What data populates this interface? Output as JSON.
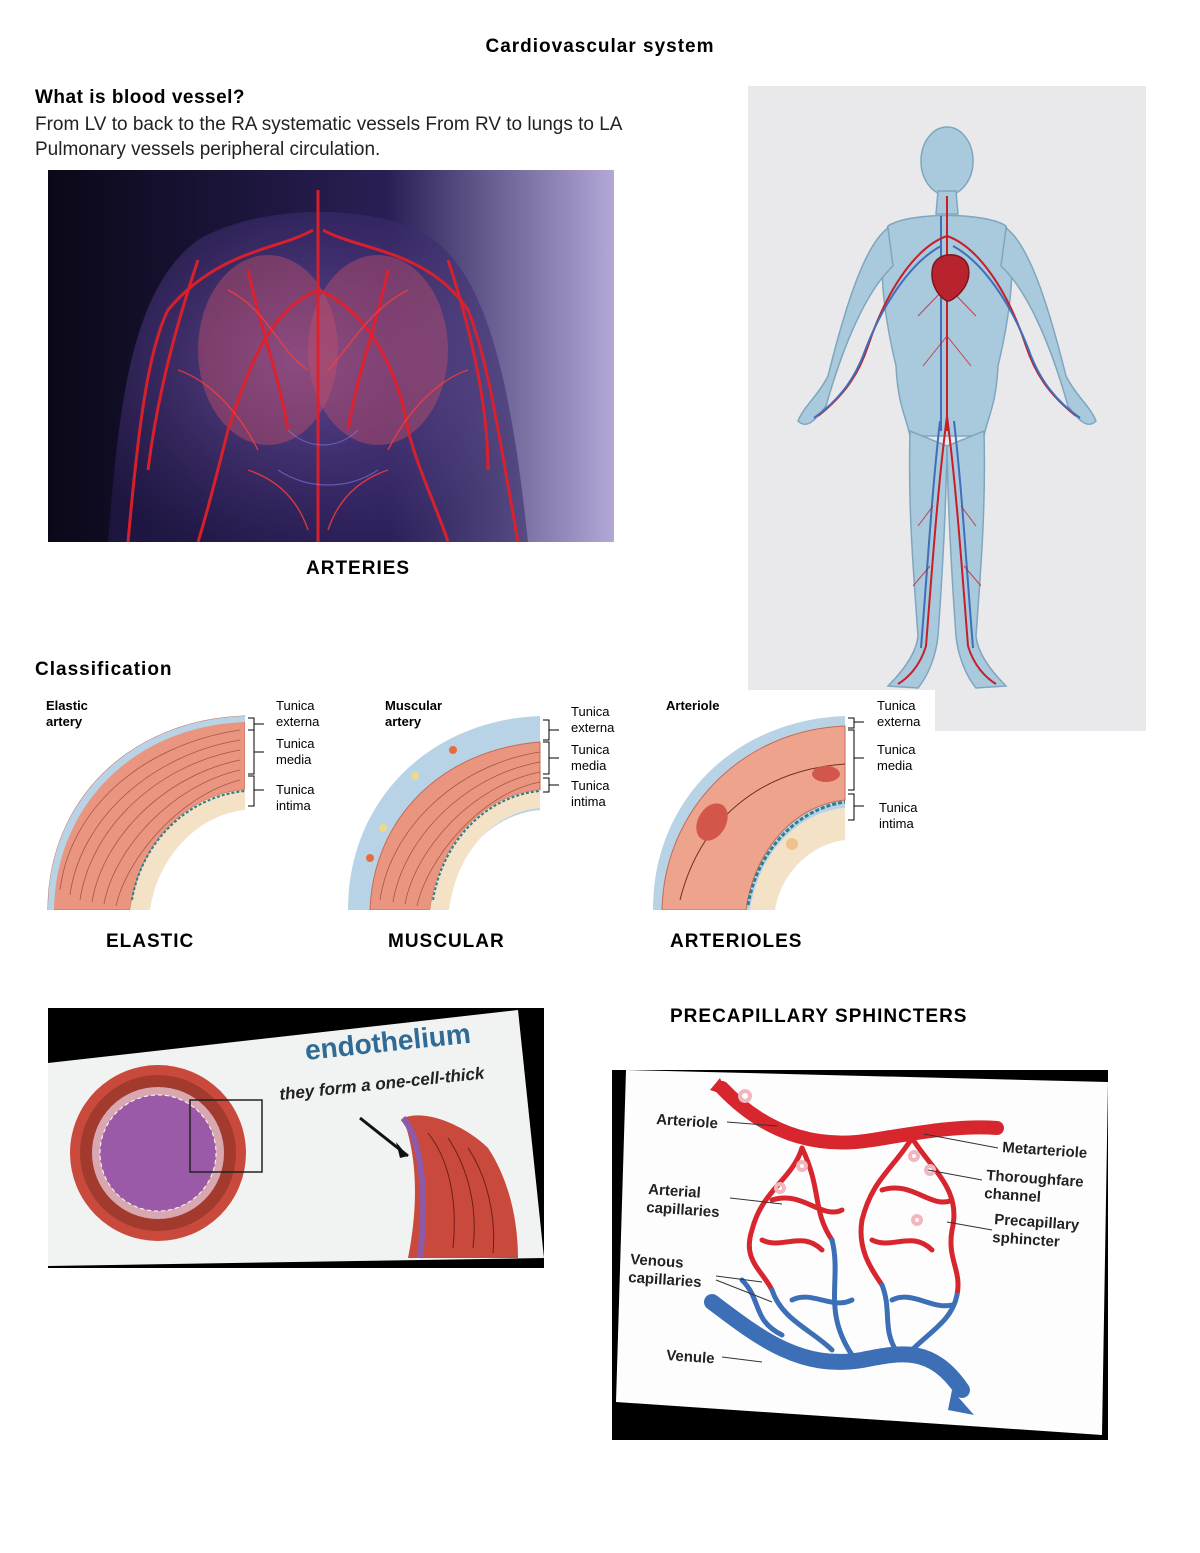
{
  "page": {
    "title": "Cardiovascular system",
    "question": "What is blood vessel?",
    "intro": "From LV to back to the RA systematic vessels From RV to lungs to LA Pulmonary vessels peripheral circulation."
  },
  "captions": {
    "arteries": "ARTERIES",
    "classification": "Classification",
    "elastic": "ELASTIC",
    "muscular": "MUSCULAR",
    "arterioles": "ARTERIOLES",
    "precapillary": "PRECAPILLARY SPHINCTERS"
  },
  "vessel_diagrams": {
    "elastic_title": [
      "Elastic",
      "artery"
    ],
    "muscular_title": [
      "Muscular",
      "artery"
    ],
    "arteriole_title": "Arteriole",
    "layers": {
      "externa": [
        "Tunica",
        "externa"
      ],
      "media": [
        "Tunica",
        "media"
      ],
      "intima": [
        "Tunica",
        "intima"
      ]
    }
  },
  "endothelium_image": {
    "heading": "endothelium",
    "subheading": "they form a one-cell-thick"
  },
  "capillary_bed": {
    "labels": {
      "arteriole": "Arteriole",
      "metarteriole": "Metarteriole",
      "thoroughfare": [
        "Thoroughfare",
        "channel"
      ],
      "arterial_capillaries": [
        "Arterial",
        "capillaries"
      ],
      "precapillary_sphincter": [
        "Precapillary",
        "sphincter"
      ],
      "venous_capillaries": [
        "Venous",
        "capillaries"
      ],
      "venule": "Venule"
    }
  },
  "colors": {
    "artery_red": "#d8262f",
    "vein_blue": "#3c6fb6",
    "tissue_pink": "#e9957f",
    "externa_blue": "#b9d3e6",
    "endothelium_title": "#2f6b95"
  }
}
